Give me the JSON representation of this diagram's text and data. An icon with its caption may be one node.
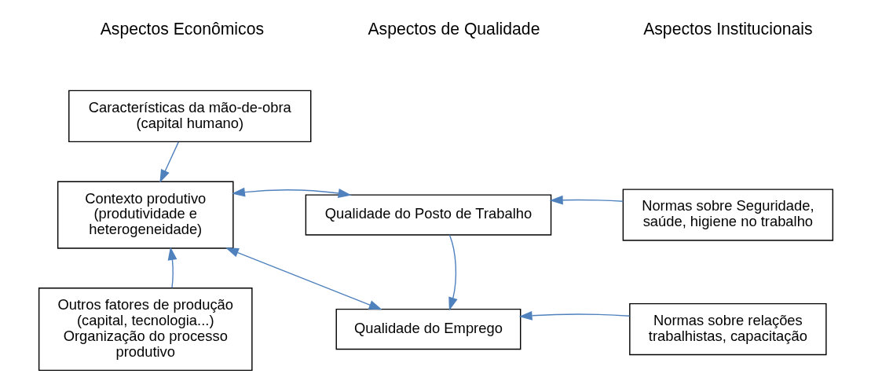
{
  "diagram": {
    "nodes": [
      {
        "text": [
          "Características da mão-de-obra (capital humano)"
        ]
      },
      {
        "text": [
          "Contexto produtivo (produtividade e heterogeneidade)"
        ]
      },
      {
        "text": [
          "Qualidade do Posto de Trabalho"
        ]
      },
      {
        "text": [
          "Normas sobre Seguridade, saúde, higiene no trabalho"
        ]
      },
      {
        "text": [
          "Outros fatores de produção (capital, tecnologia...)",
          "Organização do processo produtivo"
        ]
      },
      {
        "text": [
          "Qualidade do Emprego"
        ]
      },
      {
        "text": [
          "Normas sobre relações trabalhistas, capacitação"
        ]
      }
    ],
    "edges": [
      {
        "from": 0,
        "to": 1,
        "arrow": "to"
      },
      {
        "from": 1,
        "to": 2,
        "arrow": "both"
      },
      {
        "from": 4,
        "to": 1,
        "arrow": "to"
      },
      {
        "from": 3,
        "to": 2,
        "arrow": "to"
      },
      {
        "from": 2,
        "to": 5,
        "arrow": "to"
      },
      {
        "from": 1,
        "to": 5,
        "arrow": "both"
      },
      {
        "from": 6,
        "to": 5,
        "arrow": "to"
      }
    ],
    "labels": [
      "Aspectos Econômicos",
      "Aspectos de Qualidade",
      "Aspectos Institucionais"
    ]
  }
}
